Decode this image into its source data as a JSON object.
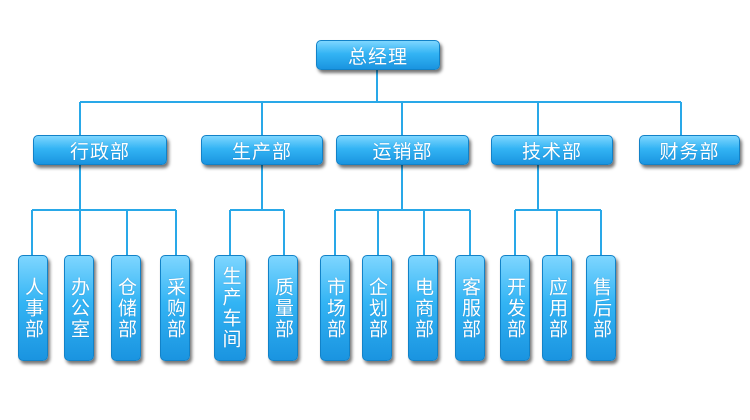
{
  "root": {
    "label": "总经理"
  },
  "departments": [
    {
      "label": "行政部"
    },
    {
      "label": "生产部"
    },
    {
      "label": "运销部"
    },
    {
      "label": "技术部"
    },
    {
      "label": "财务部"
    }
  ],
  "subunits": [
    {
      "label": "人事部"
    },
    {
      "label": "办公室"
    },
    {
      "label": "仓储部"
    },
    {
      "label": "采购部"
    },
    {
      "label": "生产车间"
    },
    {
      "label": "质量部"
    },
    {
      "label": "市场部"
    },
    {
      "label": "企划部"
    },
    {
      "label": "电商部"
    },
    {
      "label": "客服部"
    },
    {
      "label": "开发部"
    },
    {
      "label": "应用部"
    },
    {
      "label": "售后部"
    }
  ],
  "colors": {
    "line": "#29a8e8",
    "box_top": "#7ed6ff",
    "box_bottom": "#1a94e0"
  }
}
